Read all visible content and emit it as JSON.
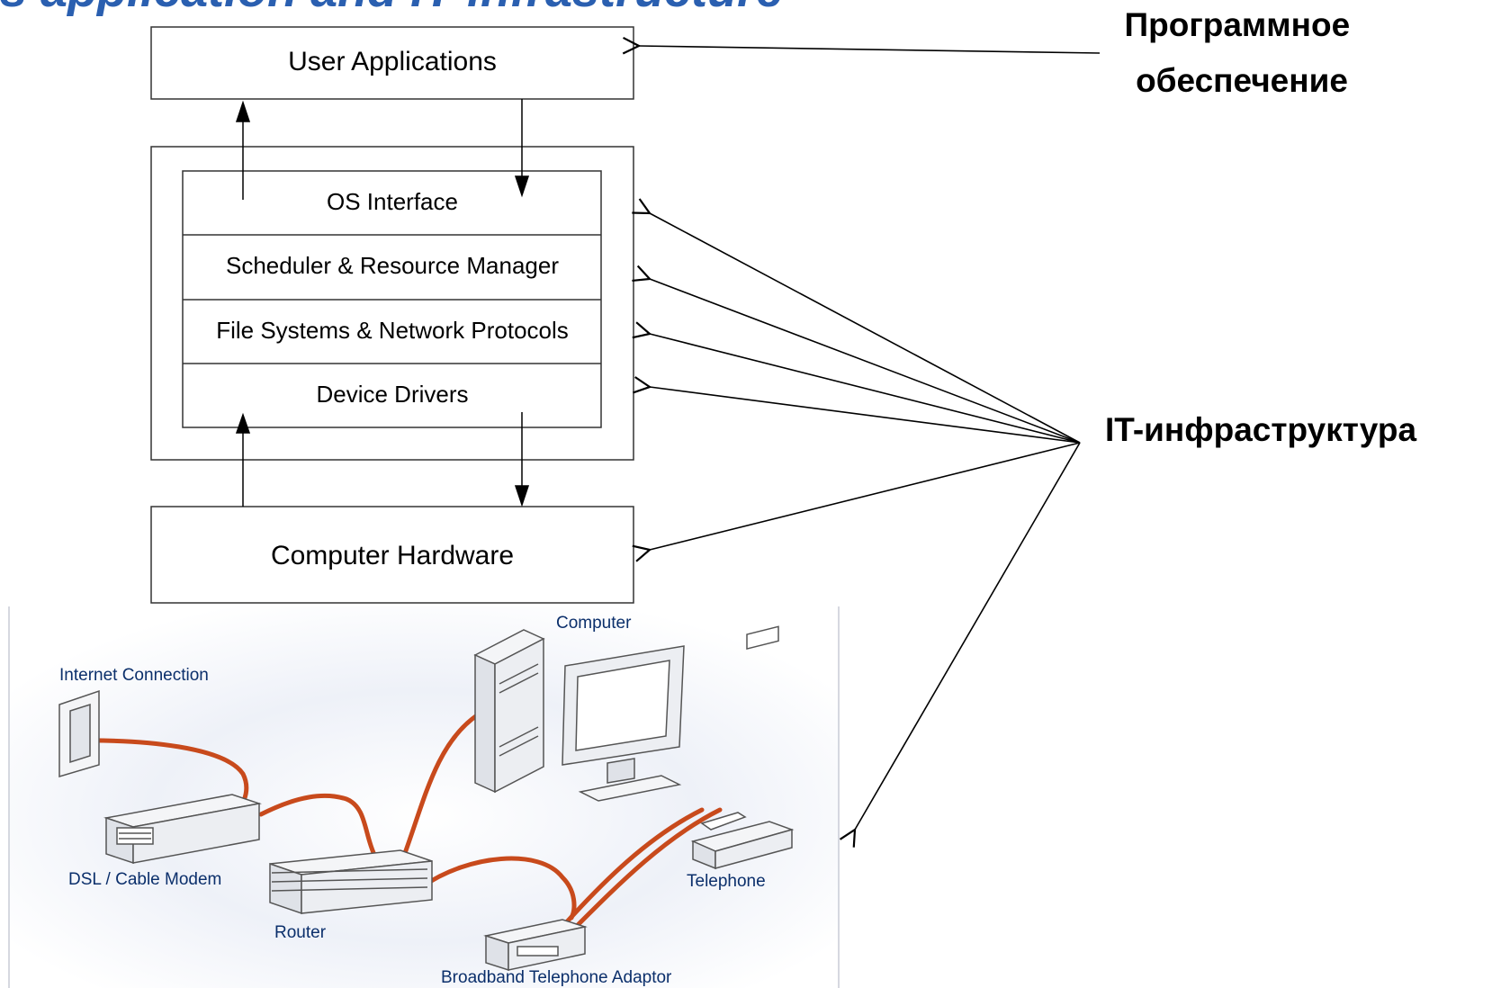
{
  "page": {
    "title_partial": "s application and IT infrastructure"
  },
  "os_stack": {
    "user_applications": "User Applications",
    "os_interface": "OS Interface",
    "scheduler": "Scheduler & Resource Manager",
    "file_systems": "File Systems & Network Protocols",
    "device_drivers": "Device Drivers",
    "computer_hardware": "Computer Hardware"
  },
  "annotations": {
    "software": [
      "Программное",
      "обеспечение"
    ],
    "it_infrastructure": "IT-инфраструктура"
  },
  "network": {
    "internet_connection": "Internet Connection",
    "modem": "DSL / Cable Modem",
    "router": "Router",
    "computer": "Computer",
    "telephone": "Telephone",
    "adaptor": "Broadband Telephone Adaptor"
  },
  "colors": {
    "title": "#2a5fb0",
    "cable": "#c84a1c",
    "net_label": "#0b2f6b",
    "backdrop": "#e3e8f2"
  }
}
